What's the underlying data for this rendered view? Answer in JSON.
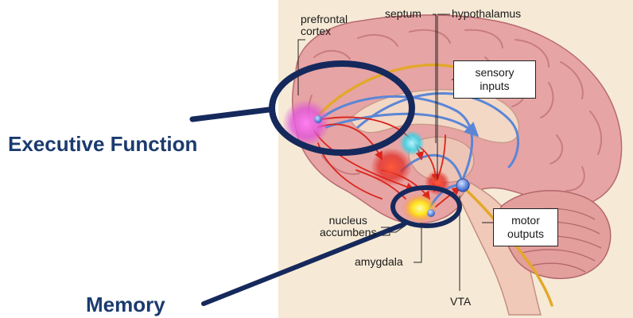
{
  "annotations": {
    "executive_function": "Executive Function",
    "memory": "Memory"
  },
  "labels": {
    "prefrontal_line1": "prefrontal",
    "prefrontal_line2": "cortex",
    "septum": "septum",
    "hypothalamus": "hypothalamus",
    "nucleus_line1": "nucleus",
    "nucleus_line2": "accumbens",
    "amygdala": "amygdala",
    "vta": "VTA"
  },
  "boxes": {
    "sensory_line1": "sensory",
    "sensory_line2": "inputs",
    "motor_line1": "motor",
    "motor_line2": "outputs"
  },
  "colors": {
    "annotation_navy": "#16295c",
    "annotation_text": "#1b3b6f",
    "brain_pink": "#e7a4a4",
    "brain_fold": "#c97c7e",
    "dopamine_gold": "#e3a82a",
    "pathway_blue": "#5b86d6",
    "pathway_red": "#d9241c",
    "prefrontal_magenta": "#e055d6",
    "septum_cyan": "#2fd3e8",
    "amygdala_yellow": "#ffe21a"
  }
}
